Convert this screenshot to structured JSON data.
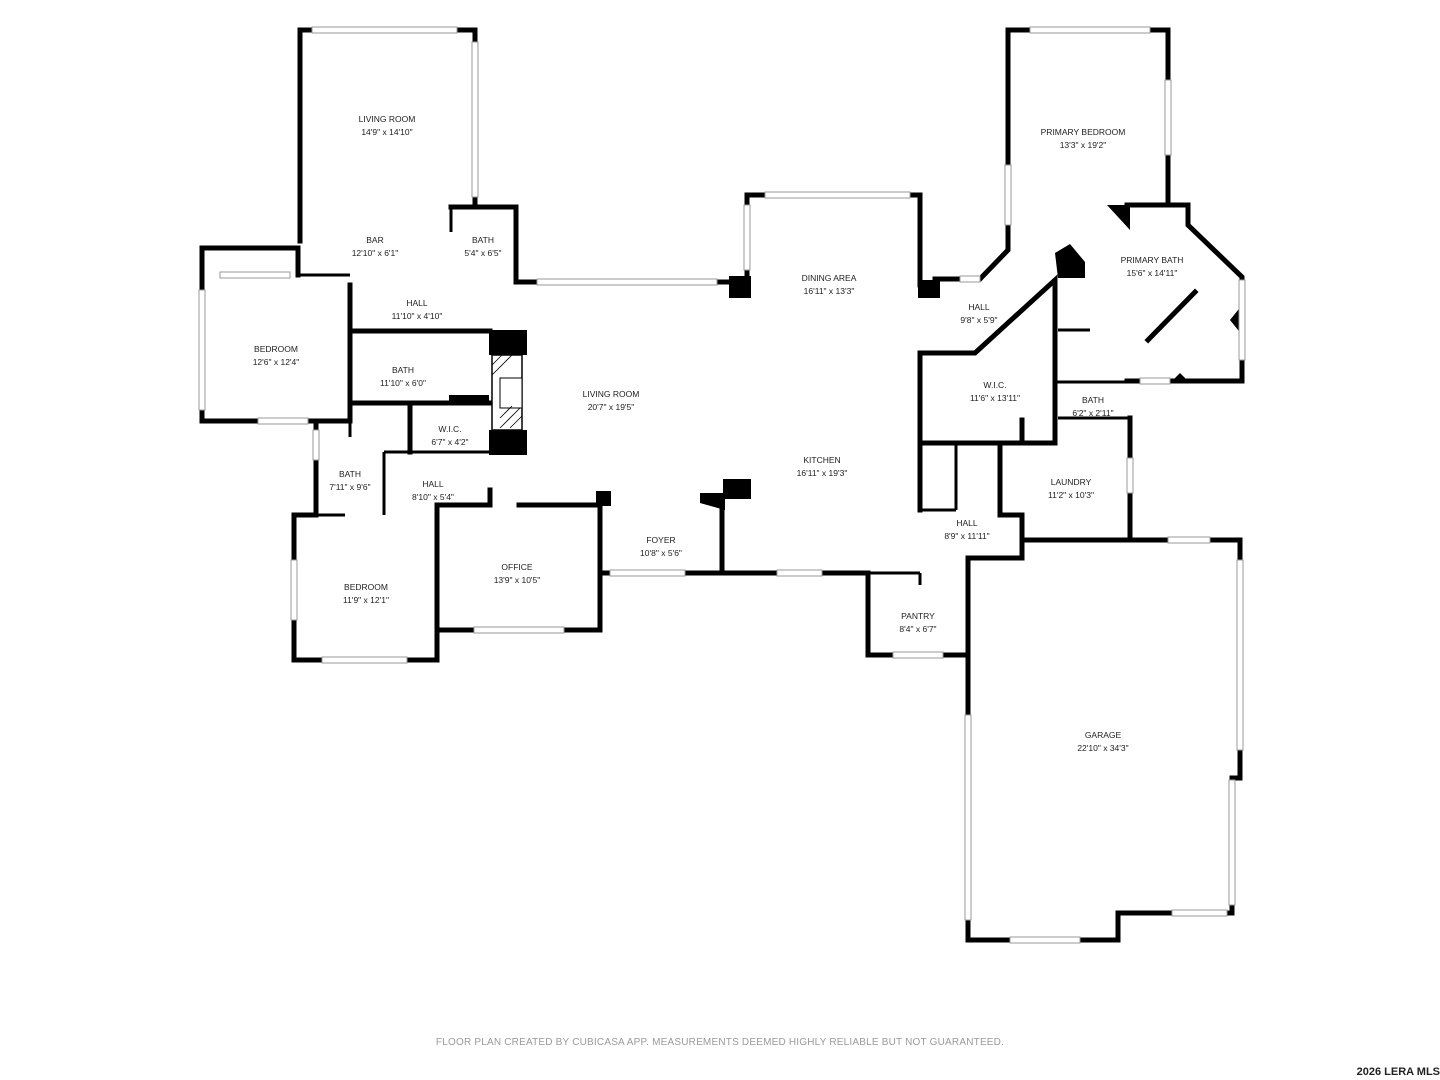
{
  "rooms": [
    {
      "id": "living-room-upper",
      "name": "LIVING ROOM",
      "dim": "14'9\" x 14'10\""
    },
    {
      "id": "bar",
      "name": "BAR",
      "dim": "12'10\" x 6'1\""
    },
    {
      "id": "bath-upper",
      "name": "BATH",
      "dim": "5'4\" x 6'5\""
    },
    {
      "id": "hall-west",
      "name": "HALL",
      "dim": "11'10\" x 4'10\""
    },
    {
      "id": "bedroom-west",
      "name": "BEDROOM",
      "dim": "12'6\" x 12'4\""
    },
    {
      "id": "bath-west",
      "name": "BATH",
      "dim": "11'10\" x 6'0\""
    },
    {
      "id": "wic-west",
      "name": "W.I.C.",
      "dim": "6'7\" x 4'2\""
    },
    {
      "id": "bath-sw",
      "name": "BATH",
      "dim": "7'11\" x 9'6\""
    },
    {
      "id": "hall-sw",
      "name": "HALL",
      "dim": "8'10\" x 5'4\""
    },
    {
      "id": "bedroom-sw",
      "name": "BEDROOM",
      "dim": "11'9\" x 12'1\""
    },
    {
      "id": "office",
      "name": "OFFICE",
      "dim": "13'9\" x 10'5\""
    },
    {
      "id": "living-room-main",
      "name": "LIVING ROOM",
      "dim": "20'7\" x 19'5\""
    },
    {
      "id": "foyer",
      "name": "FOYER",
      "dim": "10'8\" x 5'6\""
    },
    {
      "id": "dining-area",
      "name": "DINING AREA",
      "dim": "16'11\" x 13'3\""
    },
    {
      "id": "kitchen",
      "name": "KITCHEN",
      "dim": "16'11\" x 19'3\""
    },
    {
      "id": "primary-bedroom",
      "name": "PRIMARY BEDROOM",
      "dim": "13'3\" x 19'2\""
    },
    {
      "id": "primary-bath",
      "name": "PRIMARY BATH",
      "dim": "15'6\" x 14'11\""
    },
    {
      "id": "hall-east",
      "name": "HALL",
      "dim": "9'8\" x 5'9\""
    },
    {
      "id": "wic-east",
      "name": "W.I.C.",
      "dim": "11'6\" x 13'11\""
    },
    {
      "id": "bath-east",
      "name": "BATH",
      "dim": "6'2\" x 2'11\""
    },
    {
      "id": "laundry",
      "name": "LAUNDRY",
      "dim": "11'2\" x 10'3\""
    },
    {
      "id": "hall-se",
      "name": "HALL",
      "dim": "8'9\" x 11'11\""
    },
    {
      "id": "pantry",
      "name": "PANTRY",
      "dim": "8'4\" x 6'7\""
    },
    {
      "id": "garage",
      "name": "GARAGE",
      "dim": "22'10\" x 34'3\""
    }
  ],
  "footer": {
    "note": "FLOOR PLAN CREATED BY CUBICASA APP. MEASUREMENTS DEEMED HIGHLY RELIABLE BUT NOT GUARANTEED.",
    "copyright": "2026 LERA MLS"
  }
}
